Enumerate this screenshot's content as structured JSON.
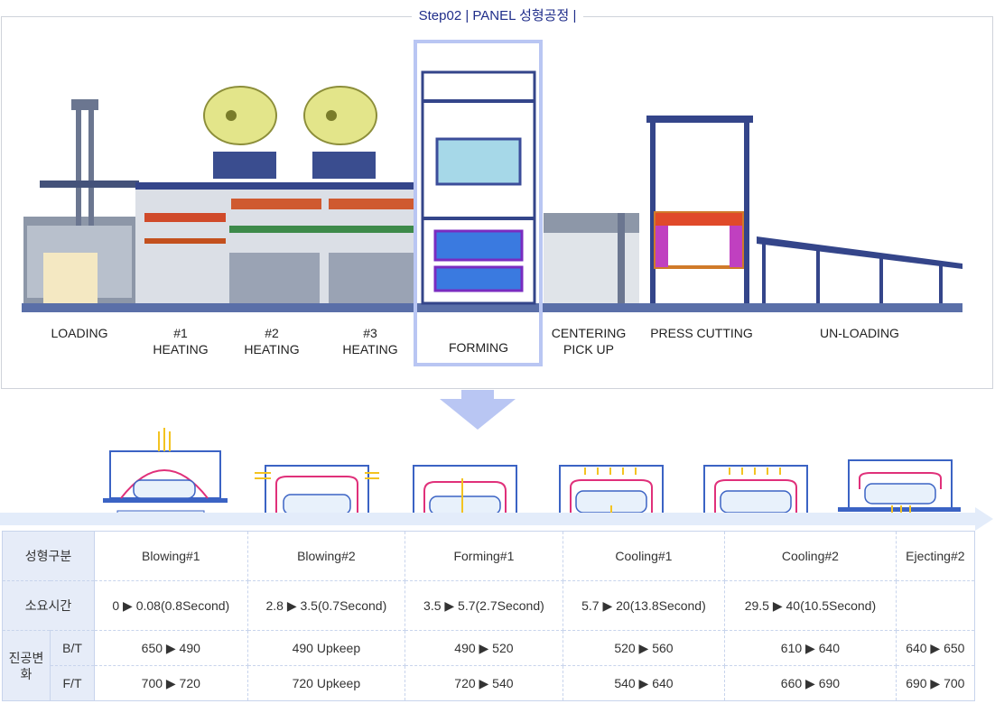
{
  "title": "Step02 | PANEL 성형공정 |",
  "stages": [
    "LOADING",
    "#1\nHEATING",
    "#2\nHEATING",
    "#3\nHEATING",
    "FORMING",
    "CENTERING\nPICK UP",
    "PRESS CUTTING",
    "UN-LOADING"
  ],
  "stage_labels": {
    "loading": "LOADING",
    "heating1": [
      "#1",
      "HEATING"
    ],
    "heating2": [
      "#2",
      "HEATING"
    ],
    "heating3": [
      "#3",
      "HEATING"
    ],
    "forming": "FORMING",
    "centering": [
      "CENTERING",
      "PICK UP"
    ],
    "press": "PRESS CUTTING",
    "unloading": "UN-LOADING"
  },
  "table": {
    "row_headers": {
      "type": "성형구분",
      "time": "소요시간",
      "vacuum": "진공\n변화",
      "vacuum_line1": "진공",
      "vacuum_line2": "변화",
      "bt": "B/T",
      "ft": "F/T"
    },
    "steps": [
      {
        "name": [
          "Blowing",
          "#1"
        ],
        "time": [
          "0 ▶ 0.08",
          "(0.8Second)"
        ],
        "bt": "650 ▶ 490",
        "ft": "700 ▶ 720"
      },
      {
        "name": [
          "Blowing",
          "#2"
        ],
        "time": [
          "2.8 ▶ 3.5",
          "(0.7Second)"
        ],
        "bt": "490 Upkeep",
        "ft": "720 Upkeep"
      },
      {
        "name": [
          "Forming",
          "#1"
        ],
        "time": [
          "3.5 ▶ 5.7",
          "(2.7Second)"
        ],
        "bt": "490 ▶ 520",
        "ft": "720 ▶ 540"
      },
      {
        "name": [
          "Cooling",
          "#1"
        ],
        "time": [
          "5.7 ▶ 20",
          "(13.8Second)"
        ],
        "bt": "520 ▶ 560",
        "ft": "540 ▶ 640"
      },
      {
        "name": [
          "Cooling",
          "#2"
        ],
        "time": [
          "29.5 ▶ 40",
          "(10.5Second)"
        ],
        "bt": "610 ▶ 640",
        "ft": "660 ▶ 690"
      },
      {
        "name": [
          "Ejecting",
          "#2"
        ],
        "time": [
          "",
          ""
        ],
        "bt": "640 ▶ 650",
        "ft": "690 ▶ 700"
      }
    ]
  },
  "colors": {
    "title": "#1f2d8a",
    "accent_blue": "#3b63c4",
    "highlight": "#b9c6f3",
    "panel_pink": "#e0307a",
    "air_yellow": "#f3c321",
    "header_bg": "#e6ecf8"
  }
}
